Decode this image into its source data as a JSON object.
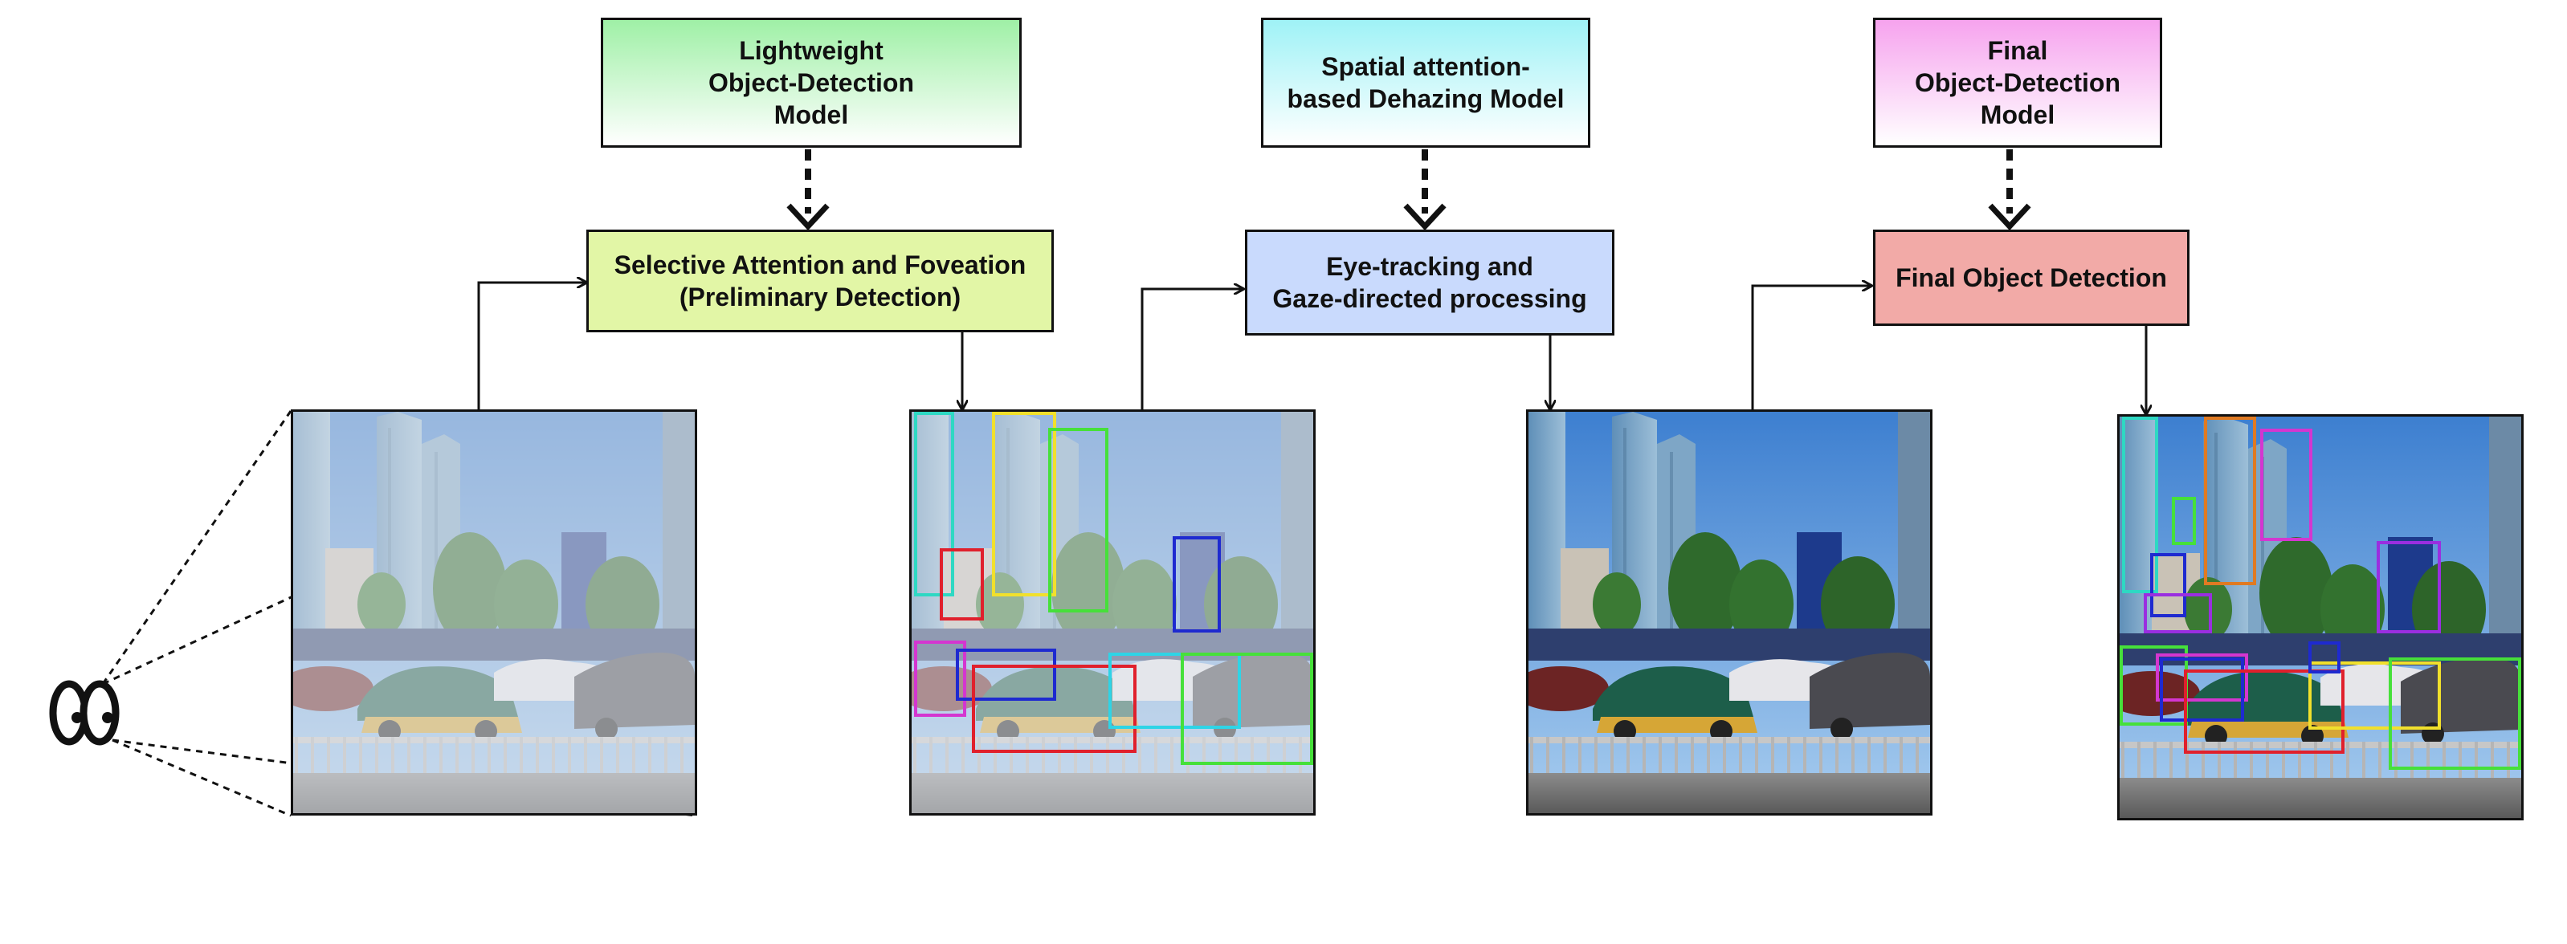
{
  "models": [
    {
      "id": "m1",
      "text": "Lightweight\nObject-Detection\nModel",
      "color": "#9ff0a6"
    },
    {
      "id": "m2",
      "text": "Spatial attention-\nbased Dehazing Model",
      "color": "#9ff2f6"
    },
    {
      "id": "m3",
      "text": "Final\nObject-Detection\nModel",
      "color": "#f6a3ee"
    }
  ],
  "steps": [
    {
      "id": "s1",
      "text": "Selective Attention and Foveation\n(Preliminary Detection)",
      "color": "#e2f6a6"
    },
    {
      "id": "s2",
      "text": "Eye-tracking and\nGaze-directed processing",
      "color": "#c9dafd"
    },
    {
      "id": "s3",
      "text": "Final Object Detection",
      "color": "#f2aaa7"
    }
  ],
  "images": [
    {
      "id": "img1",
      "content": "hazy-street-scene"
    },
    {
      "id": "img2",
      "content": "hazy-street-scene-with-preliminary-detections"
    },
    {
      "id": "img3",
      "content": "dehazed-street-scene"
    },
    {
      "id": "img4",
      "content": "dehazed-street-scene-with-final-detections"
    }
  ],
  "icons": {
    "eyes": "eyes-icon"
  },
  "colors": {
    "teal": "#2ed8c3",
    "yellow": "#f1e02c",
    "green": "#46e03a",
    "red": "#e0202c",
    "blue": "#1e2ad0",
    "magenta": "#d436d0",
    "cyan": "#2ed4e6",
    "orange": "#e07a22",
    "purple": "#9a2ee0"
  }
}
